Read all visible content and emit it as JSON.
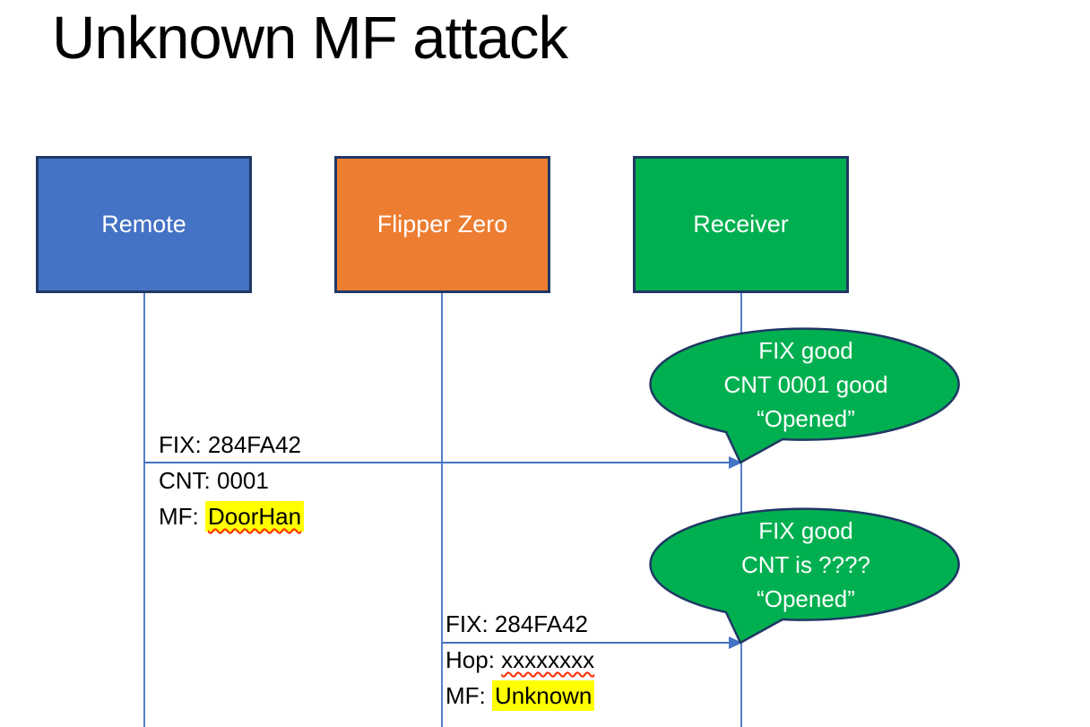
{
  "title": "Unknown MF attack",
  "actors": [
    {
      "id": "remote",
      "label": "Remote",
      "fill": "#4472C4"
    },
    {
      "id": "flipper-zero",
      "label": "Flipper Zero",
      "fill": "#ED7D31"
    },
    {
      "id": "receiver",
      "label": "Receiver",
      "fill": "#00B050"
    }
  ],
  "messages": [
    {
      "from": "Remote",
      "to": "Receiver",
      "lines": [
        {
          "text": "FIX: 284FA42"
        },
        {
          "text": "CNT: 0001"
        },
        {
          "label": "MF: ",
          "value": "DoorHan"
        }
      ]
    },
    {
      "from": "Flipper Zero",
      "to": "Receiver",
      "lines": [
        {
          "text": "FIX: 284FA42"
        },
        {
          "label": "Hop: ",
          "value": "xxxxxxxx"
        },
        {
          "label": "MF: ",
          "value": "Unknown"
        }
      ]
    }
  ],
  "callouts": [
    {
      "attached_to": "Receiver",
      "lines": [
        "FIX good",
        "CNT 0001 good",
        "“Opened”"
      ]
    },
    {
      "attached_to": "Receiver",
      "lines": [
        "FIX good",
        "CNT is ????",
        "“Opened”"
      ]
    }
  ],
  "colors": {
    "actor_border": "#203864",
    "lifeline": "#4472C4",
    "arrow": "#4472C4",
    "callout_fill": "#00B050",
    "callout_border": "#203864",
    "highlight": "#FFFF00",
    "squiggle": "#FF2A00",
    "actor_text": "#FFFFFF",
    "callout_text": "#FFFFFF",
    "message_text": "#000000",
    "title_text": "#000000"
  }
}
